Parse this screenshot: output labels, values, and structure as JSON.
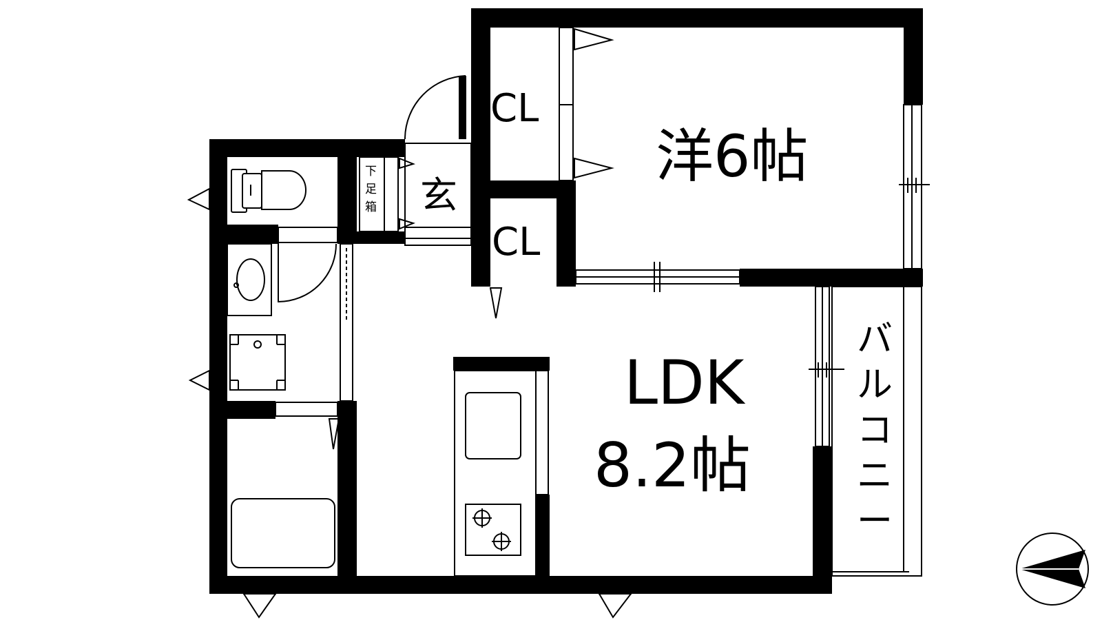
{
  "rooms": {
    "western": "洋6帖",
    "ldk_name": "LDK",
    "ldk_size": "8.2帖",
    "entrance": "玄",
    "closet_upper": "CL",
    "closet_lower": "CL",
    "shoe_box": [
      "下",
      "足",
      "箱"
    ],
    "balcony": [
      "バ",
      "ル",
      "コ",
      "ニ",
      "ー"
    ]
  },
  "compass": {
    "icon": "north-arrow-icon"
  }
}
